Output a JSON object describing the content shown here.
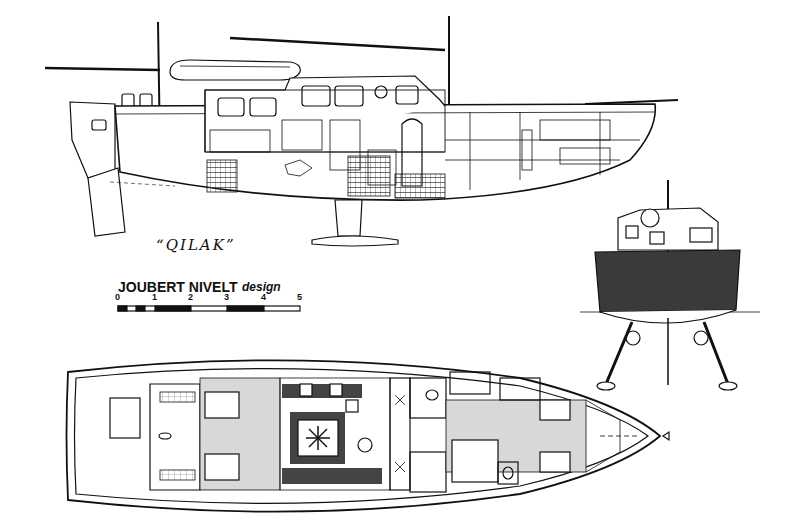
{
  "diagram": {
    "labels": [
      "“QILAK”",
      "JOUBERT NIVELT",
      "design",
      "0",
      "1",
      "2",
      "3",
      "4",
      "5"
    ]
  }
}
